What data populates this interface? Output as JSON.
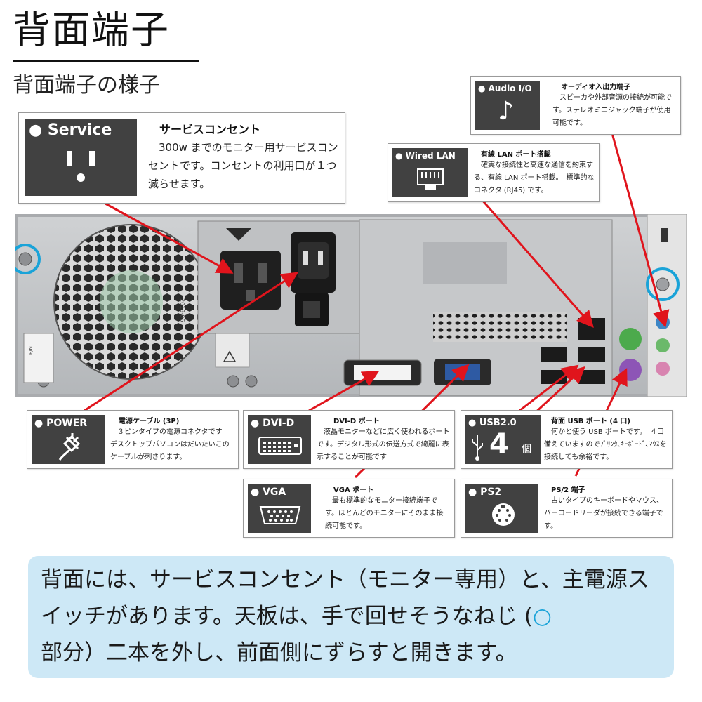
{
  "header": {
    "title": "背面端子",
    "subtitle": "背面端子の様子"
  },
  "callouts": {
    "service": {
      "tile_label": "● Service",
      "heading": "サービスコンセント",
      "body": "　300w までのモニター用サービスコンセントです。コンセントの利用口が１つ減らせます。",
      "icon": "outlet-icon"
    },
    "audio": {
      "tile_label": "● Audio I/O",
      "heading": "オーディオ入出力端子",
      "body": "　スピーカや外部音源の接続が可能です。ステレオミニジャック端子が使用可能です。",
      "icon": "music-note-icon",
      "glyph": "♪"
    },
    "lan": {
      "tile_label": "● Wired LAN",
      "heading": "有線 LAN ポート搭載",
      "body": "　確実な接続性と高速な通信を約束する、有線 LAN ポート搭載。　標準的なコネクタ (RJ45) です。",
      "icon": "ethernet-port-icon"
    },
    "power": {
      "tile_label": "● POWER",
      "heading": "電源ケーブル (3P)",
      "body": "　３ピンタイプの電源コネクタです　デスクトップパソコンはだいたいこのケーブルが刺さります。",
      "icon": "power-plug-icon"
    },
    "dvi": {
      "tile_label": "● DVI-D",
      "heading": "DVI-D ポート",
      "body": "　液晶モニターなどに広く使われるポートです。デジタル形式の伝送方式で綺麗に表示することが可能です",
      "icon": "dvi-port-icon"
    },
    "usb": {
      "tile_label": "● USB2.0",
      "heading": "背面 USB ポート (4 口)",
      "body": "　何かと使う USB ポートです。　４口備えていますのでﾌﾟﾘﾝﾀ､ｷｰﾎﾞｰﾄﾞ､ﾏｳｽを接続しても余裕です。",
      "icon": "usb-icon",
      "count": "4",
      "count_unit": "個"
    },
    "vga": {
      "tile_label": "● VGA",
      "heading": "VGA ポート",
      "body": "　最も標準的なモニター接続端子です。ほとんどのモニターにそのまま接続可能です。",
      "icon": "vga-port-icon"
    },
    "ps2": {
      "tile_label": "● PS2",
      "heading": "PS/2 端子",
      "body": "　古いタイプのキーボードやマウス、バーコードリーダが接続できる端子です。",
      "icon": "ps2-port-icon"
    }
  },
  "machine_labels": {
    "sticker_a": "P/N",
    "sticker_b": "2013-06"
  },
  "note": {
    "text_before": "背面には、サービスコンセント（モニター専用）と、主電源スイッチがあります。天板は、手で回せそうなねじ (",
    "circle_mark": "○",
    "text_after": "部分）二本を外し、前面側にずらすと開きます。"
  },
  "colors": {
    "tile": "#414141",
    "arrow": "#e0141c",
    "highlight_ring": "#1aa3d8",
    "note_bg": "#cde8f6"
  }
}
